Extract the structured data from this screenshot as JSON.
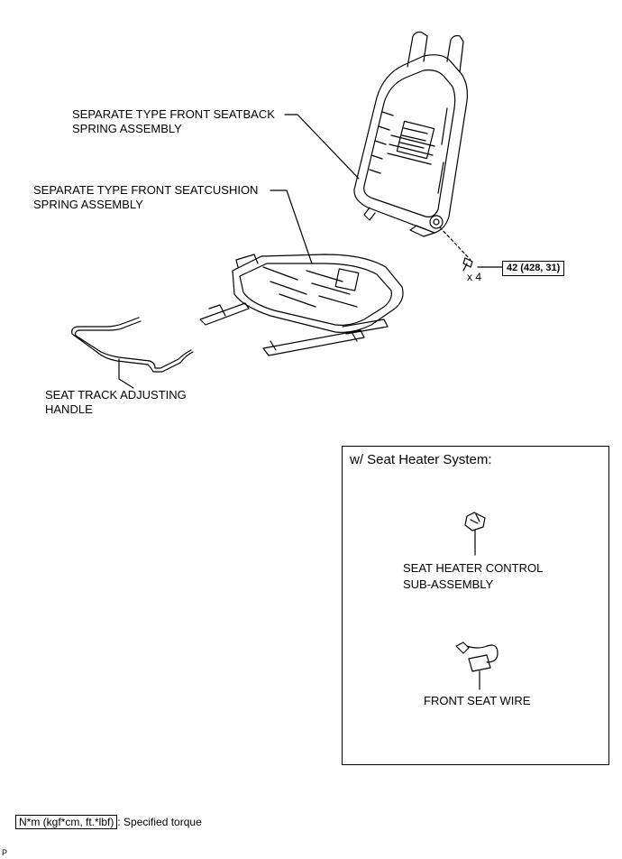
{
  "labels": {
    "seatback": [
      "SEPARATE TYPE FRONT SEATBACK",
      "SPRING ASSEMBLY"
    ],
    "seatcushion": [
      "SEPARATE TYPE FRONT SEATCUSHION",
      "SPRING ASSEMBLY"
    ],
    "handle": [
      "SEAT TRACK ADJUSTING",
      "HANDLE"
    ],
    "bolt_qty": "x 4",
    "torque": "42 (428, 31)"
  },
  "heater_panel": {
    "title": "w/ Seat Heater System:",
    "control": [
      "SEAT HEATER CONTROL",
      "SUB-ASSEMBLY"
    ],
    "wire": "FRONT SEAT WIRE"
  },
  "legend": {
    "unit_box": "N*m (kgf*cm, ft.*lbf)",
    "text": ": Specified torque"
  },
  "corner_code": "P"
}
